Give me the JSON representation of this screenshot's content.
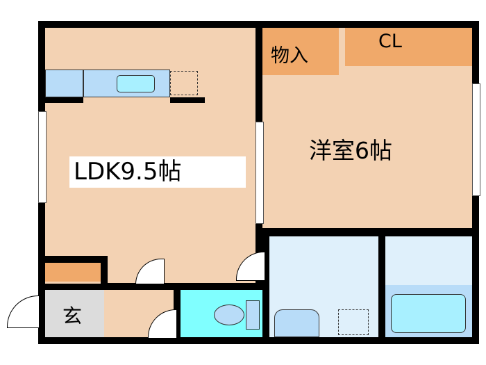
{
  "rooms": {
    "ldk": "LDK9.5帖",
    "western_room": "洋室6帖",
    "storage": "物入",
    "closet": "CL",
    "entrance": "玄"
  },
  "colors": {
    "floor": "#f3d2b3",
    "storage": "#f0a96a",
    "wet_area": "#dff0fb",
    "toilet": "#80ffff",
    "fixture": "#b8dcf8"
  }
}
